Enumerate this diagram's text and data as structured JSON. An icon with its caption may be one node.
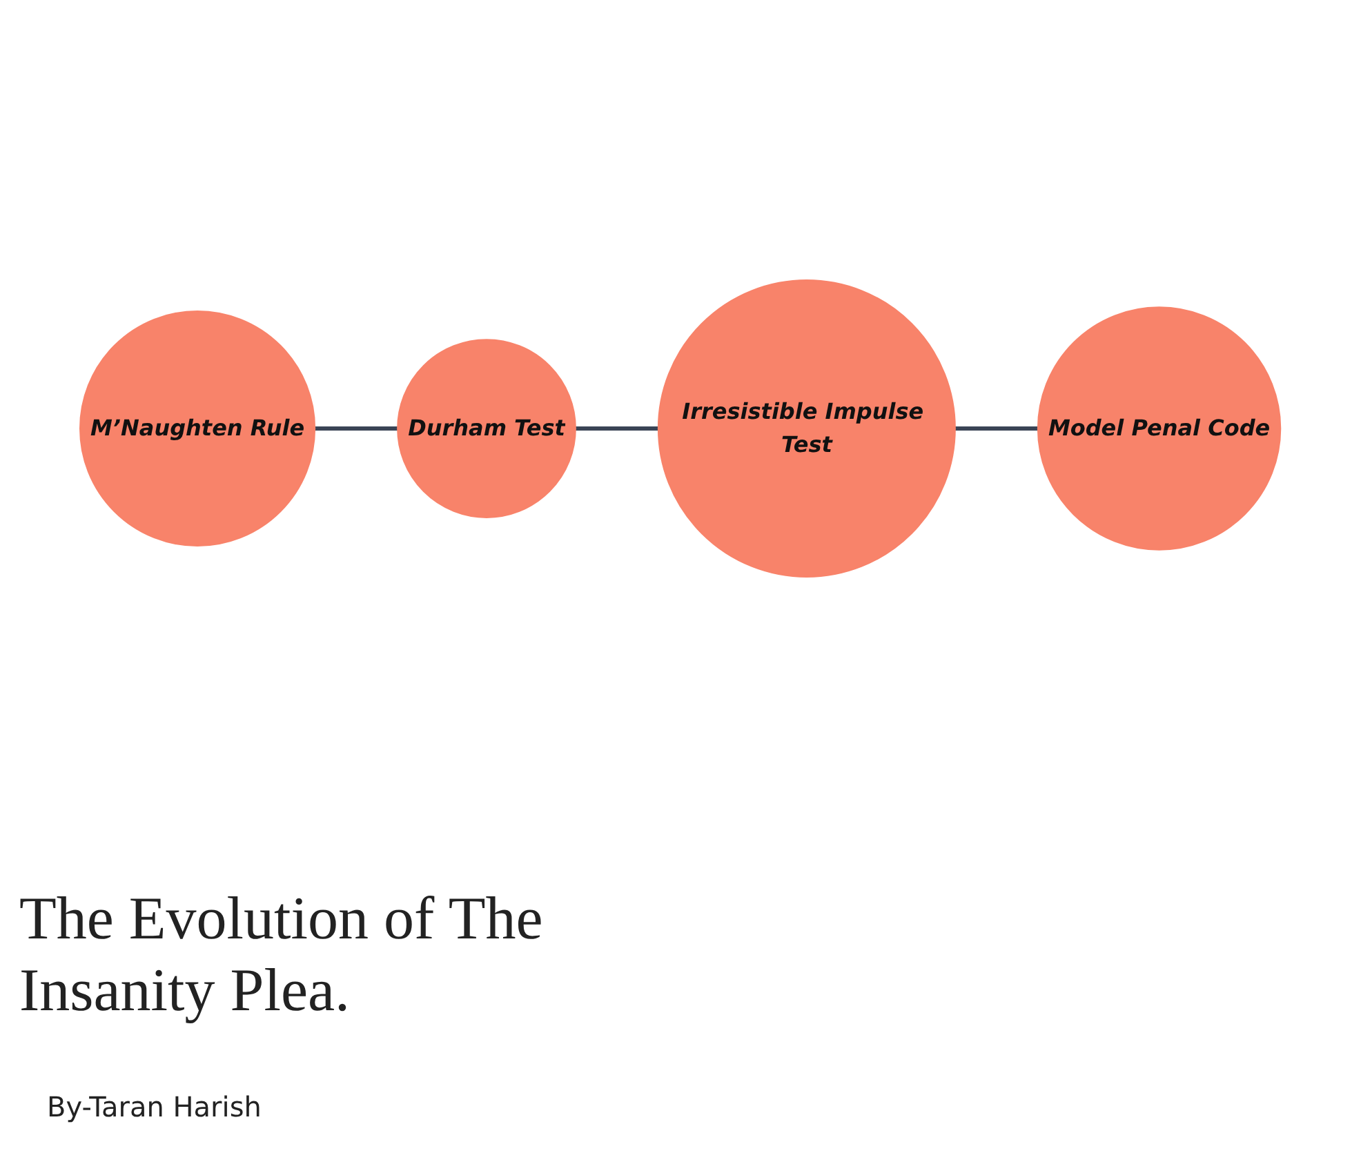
{
  "diagram": {
    "title": "The Evolution of The Insanity Plea.",
    "nodes": [
      {
        "text": [
          "M’Naughten Rule"
        ]
      },
      {
        "text": [
          "Irresistible Impulse Test"
        ]
      },
      {
        "text": [
          "Durham Test"
        ]
      },
      {
        "text": [
          "Model Penal Code"
        ]
      }
    ],
    "edges": [
      {
        "from": 0,
        "to": 2,
        "arrow": "none"
      },
      {
        "from": 2,
        "to": 1,
        "arrow": "none"
      },
      {
        "from": 1,
        "to": 3,
        "arrow": "none"
      }
    ],
    "labels": [
      "By-Taran Harish"
    ]
  }
}
